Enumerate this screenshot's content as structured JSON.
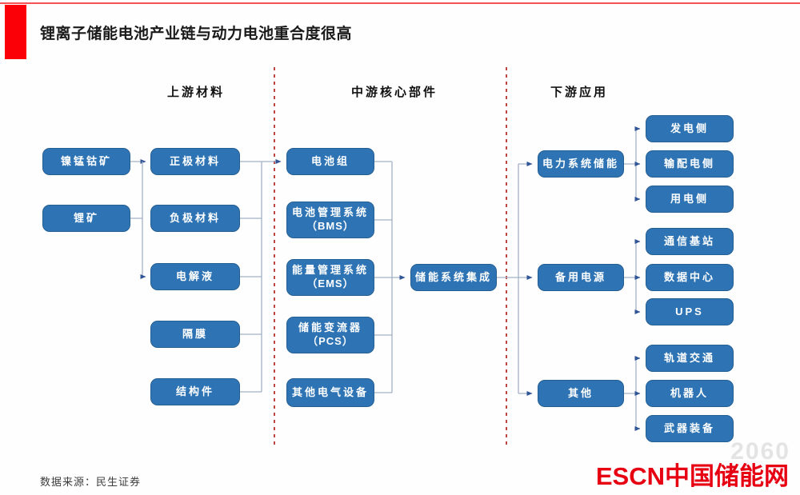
{
  "title": "锂离子储能电池产业链与动力电池重合度很高",
  "headers": {
    "upstream": "上游材料",
    "midstream": "中游核心部件",
    "downstream": "下游应用"
  },
  "upstream": {
    "raw": [
      {
        "label": "镍锰钴矿"
      },
      {
        "label": "锂矿"
      }
    ],
    "materials": [
      {
        "label": "正极材料"
      },
      {
        "label": "负极材料"
      },
      {
        "label": "电解液"
      },
      {
        "label": "隔膜"
      },
      {
        "label": "结构件"
      }
    ]
  },
  "midstream": {
    "components": [
      {
        "line1": "电池组"
      },
      {
        "line1": "电池管理系统",
        "line2": "（BMS）"
      },
      {
        "line1": "能量管理系统",
        "line2": "（EMS）"
      },
      {
        "line1": "储能变流器",
        "line2": "（PCS）"
      },
      {
        "line1": "其他电气设备"
      }
    ],
    "integration": "储能系统集成"
  },
  "downstream": {
    "groups": [
      {
        "label": "电力系统储能",
        "children": [
          "发电侧",
          "输配电侧",
          "用电侧"
        ]
      },
      {
        "label": "备用电源",
        "children": [
          "通信基站",
          "数据中心",
          "UPS"
        ]
      },
      {
        "label": "其他",
        "children": [
          "轨道交通",
          "机器人",
          "武器装备"
        ]
      }
    ]
  },
  "footer": {
    "source": "数据来源：民生证券",
    "logo": "ESCN中国储能网",
    "watermark": "2060"
  },
  "colors": {
    "node_fill": "#2E74B5",
    "node_border": "#255E91",
    "accent_red": "#FB0006",
    "divider_red": "#C0453F",
    "connector": "#A3B1C6",
    "arrow": "#2F5597",
    "logo_red": "#E60012"
  }
}
